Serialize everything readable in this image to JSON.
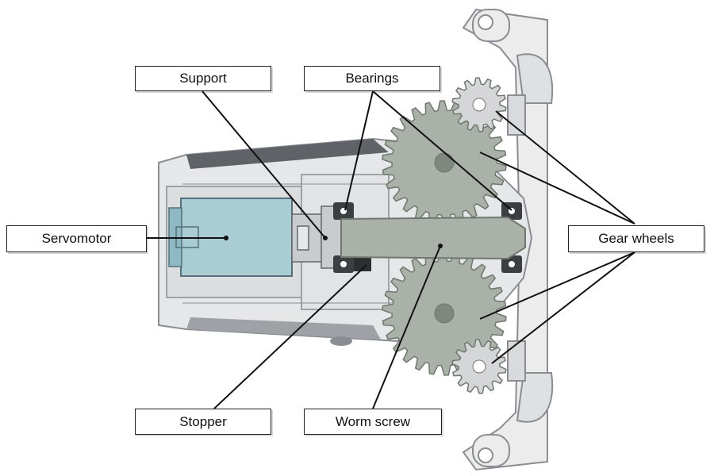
{
  "labels": {
    "support": "Support",
    "bearings": "Bearings",
    "servomotor": "Servomotor",
    "gear_wheels": "Gear wheels",
    "stopper": "Stopper",
    "worm_screw": "Worm screw"
  },
  "colors": {
    "housing": "#e6e7e8",
    "housing_stroke": "#8a8d91",
    "motor": "#a9cdd3",
    "gear": "#a9b1a8",
    "gear_stroke": "#6f776f",
    "leader": "#111111"
  }
}
